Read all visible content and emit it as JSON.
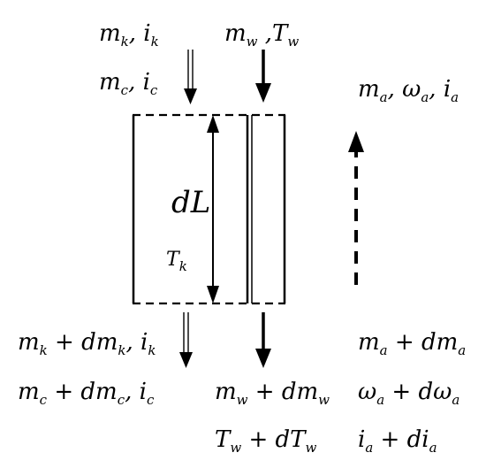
{
  "labels": {
    "top_left_1": {
      "var": "m",
      "sub": "k",
      "sep": ",  ",
      "var2": "i",
      "sub2": "k"
    },
    "top_left_2": {
      "var": "m",
      "sub": "c",
      "sep": ",  ",
      "var2": "i",
      "sub2": "c"
    },
    "top_mid": {
      "var": "m",
      "sub": "w",
      "sep": " ,",
      "var2": "T",
      "sub2": "w"
    },
    "right_top": {
      "a": "m",
      "a_sub": "a",
      "b": "ω",
      "b_sub": "a",
      "c": "i",
      "c_sub": "a"
    },
    "dL": "dL",
    "Tk": {
      "var": "T",
      "sub": "k"
    },
    "bl1": {
      "a": "m",
      "a_sub": "k",
      "op": " + ",
      "b": "dm",
      "b_sub": "k",
      "sep": ",  ",
      "c": "i",
      "c_sub": "k"
    },
    "bl2": {
      "a": "m",
      "a_sub": "c",
      "op": " + ",
      "b": "dm",
      "b_sub": "c",
      "sep": ",  ",
      "c": "i",
      "c_sub": "c"
    },
    "bm1": {
      "a": "m",
      "a_sub": "w",
      "op": " + ",
      "b": "dm",
      "b_sub": "w"
    },
    "bm2": {
      "a": "T",
      "a_sub": "w",
      "op": " + ",
      "b": "dT",
      "b_sub": "w"
    },
    "br1": {
      "a": "m",
      "a_sub": "a",
      "op": " + ",
      "b": "dm",
      "b_sub": "a"
    },
    "br2": {
      "a": "ω",
      "a_sub": "a",
      "op": " + ",
      "b": "dω",
      "b_sub": "a"
    },
    "br3": {
      "a": "i",
      "a_sub": "a",
      "op": " + ",
      "b": "di",
      "b_sub": "a"
    }
  }
}
